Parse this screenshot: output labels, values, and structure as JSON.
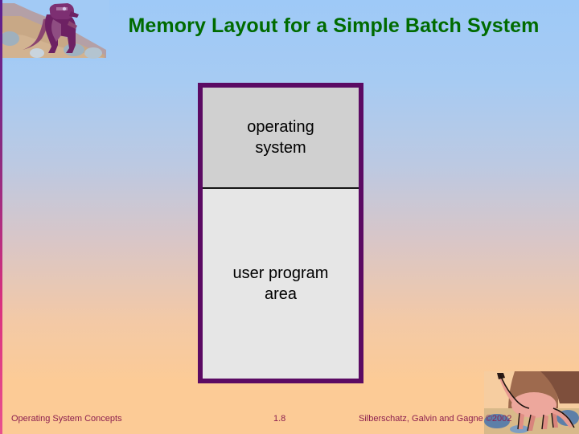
{
  "slide": {
    "title": "Memory Layout for a Simple Batch System",
    "title_color": "#006b00",
    "background_top_color": "#9ec9f7",
    "background_bottom_color": "#fccb96",
    "left_edge_accent_color": "#d9317f"
  },
  "diagram": {
    "name": "memory-layout-box",
    "border_color": "#5b0a63",
    "regions": [
      {
        "id": "operating-system",
        "label_line1": "operating",
        "label_line2": "system",
        "fill_color": "#d0d0d0"
      },
      {
        "id": "user-program-area",
        "label_line1": "user program",
        "label_line2": "area",
        "fill_color": "#e6e6e6"
      }
    ]
  },
  "footer": {
    "left": "Operating System Concepts",
    "page": "1.8",
    "right": "Silberschatz, Galvin and  Gagne ©2002",
    "text_color": "#8c1f4f"
  },
  "decorations": {
    "top_left": "purple-dinosaur-on-hillside-image",
    "bottom_right": "pink-dinosaur-on-desert-image"
  }
}
